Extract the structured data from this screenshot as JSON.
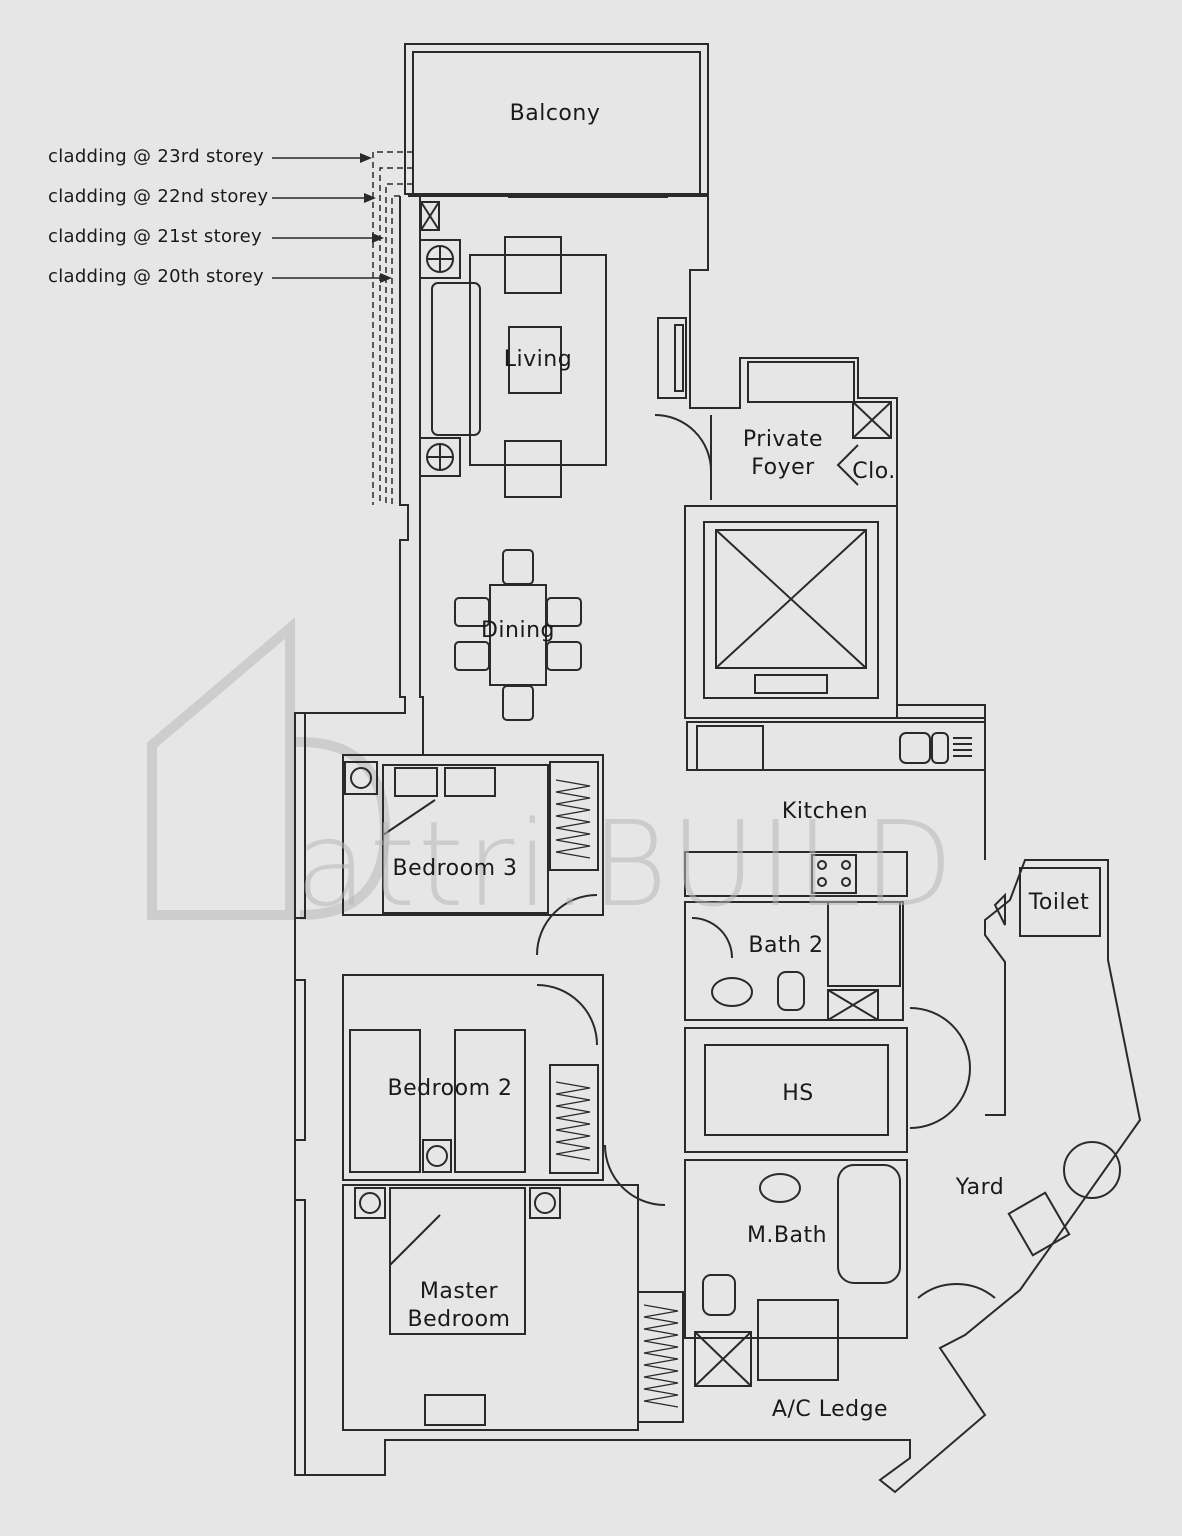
{
  "rooms": {
    "balcony": "Balcony",
    "living": "Living",
    "dining": "Dining",
    "private_foyer": "Private\nFoyer",
    "closet": "Clo.",
    "kitchen": "Kitchen",
    "toilet": "Toilet",
    "bath2": "Bath 2",
    "bedroom3": "Bedroom 3",
    "bedroom2": "Bedroom 2",
    "hs": "HS",
    "yard": "Yard",
    "mbath": "M.Bath",
    "master_bedroom": "Master\nBedroom",
    "ac_ledge": "A/C Ledge"
  },
  "cladding_notes": [
    "cladding @ 23rd storey",
    "cladding @ 22nd storey",
    "cladding @ 21st storey",
    "cladding @ 20th storey"
  ],
  "watermark": "attri.BUILD"
}
